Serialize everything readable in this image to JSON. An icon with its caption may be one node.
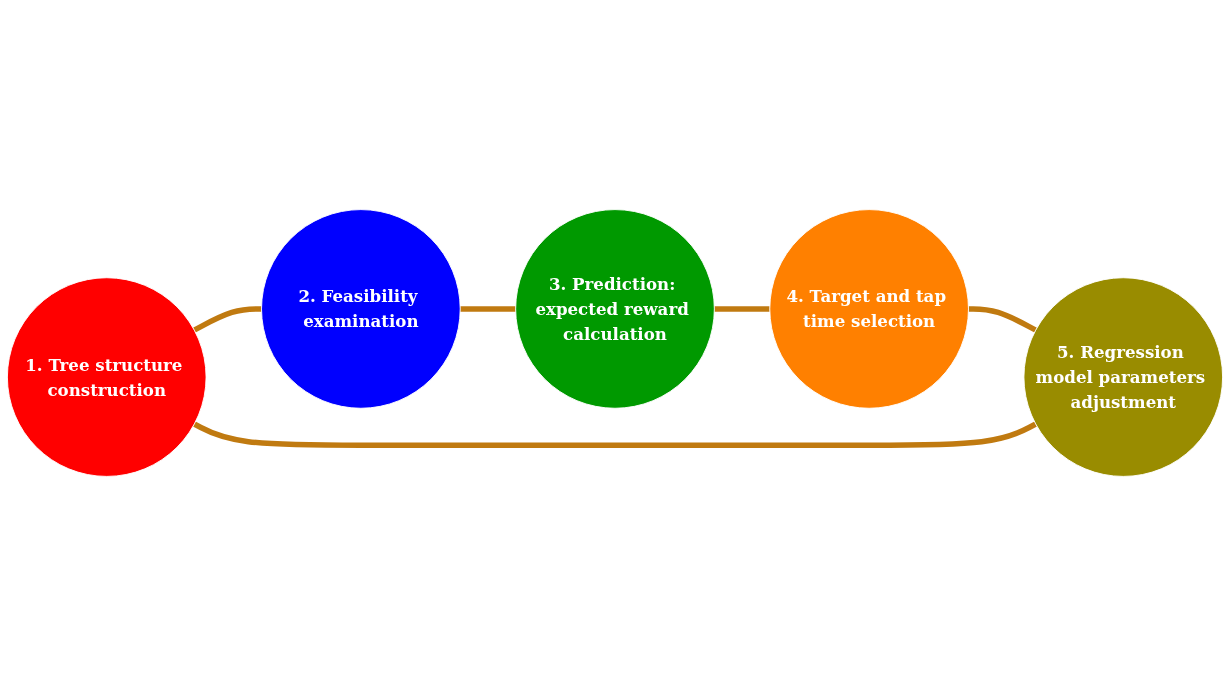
{
  "diagram": {
    "nodes": [
      {
        "text": [
          "1. Tree structure construction"
        ]
      },
      {
        "text": [
          "2. Feasibility examination"
        ]
      },
      {
        "text": [
          "3. Prediction: expected reward calculation"
        ]
      },
      {
        "text": [
          "4. Target and tap time selection"
        ]
      },
      {
        "text": [
          "5. Regression model parameters adjustment"
        ]
      }
    ],
    "edges": [
      {
        "from": 0,
        "to": 1,
        "arrow": "none"
      },
      {
        "from": 1,
        "to": 2,
        "arrow": "none"
      },
      {
        "from": 2,
        "to": 3,
        "arrow": "none"
      },
      {
        "from": 3,
        "to": 4,
        "arrow": "none"
      },
      {
        "from": 4,
        "to": 0,
        "arrow": "none"
      }
    ]
  }
}
